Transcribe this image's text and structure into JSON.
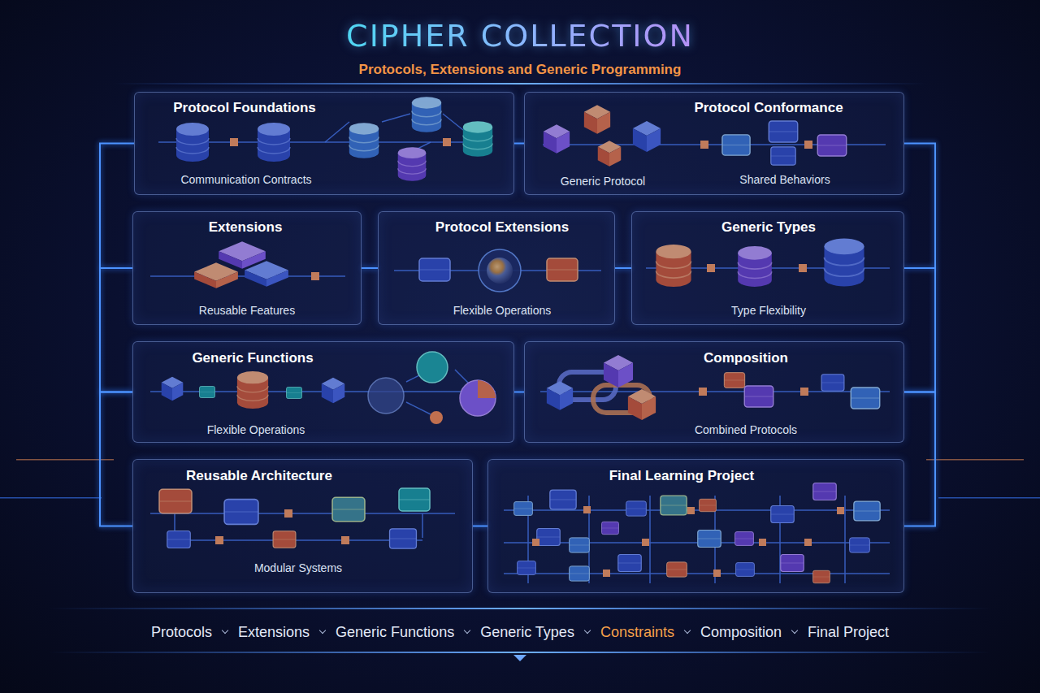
{
  "diagram": {
    "title": "CIPHER COLLECTION",
    "nodes": [
      {
        "text": [
          "Protocol Foundations",
          "Communication Contracts"
        ]
      },
      {
        "text": [
          "Protocol Conformance",
          "Generic Protocol",
          "Shared Behaviors"
        ]
      },
      {
        "text": [
          "Extensions",
          "Reusable Features"
        ]
      },
      {
        "text": [
          "Protocol Extensions",
          "Flexible Operations"
        ]
      },
      {
        "text": [
          "Generic Types",
          "Type Flexibility"
        ]
      },
      {
        "text": [
          "Generic Functions",
          "Flexible Operations"
        ]
      },
      {
        "text": [
          "Composition",
          "Combined Protocols"
        ]
      },
      {
        "text": [
          "Reusable Architecture",
          "Modular Systems"
        ]
      },
      {
        "text": [
          "Final Learning Project"
        ]
      }
    ],
    "edges": [
      {
        "from": 0,
        "to": 1,
        "arrow": "none"
      },
      {
        "from": 0,
        "to": 2,
        "arrow": "none"
      },
      {
        "from": 1,
        "to": 4,
        "arrow": "none"
      },
      {
        "from": 2,
        "to": 3,
        "arrow": "none"
      },
      {
        "from": 3,
        "to": 4,
        "arrow": "none"
      },
      {
        "from": 2,
        "to": 5,
        "arrow": "none"
      },
      {
        "from": 4,
        "to": 6,
        "arrow": "none"
      },
      {
        "from": 5,
        "to": 6,
        "arrow": "none"
      },
      {
        "from": 5,
        "to": 7,
        "arrow": "none"
      },
      {
        "from": 6,
        "to": 8,
        "arrow": "none"
      },
      {
        "from": 7,
        "to": 8,
        "arrow": "none"
      }
    ],
    "labels": [
      "Protocols, Extensions and Generic Programming",
      "Protocols",
      "Extensions",
      "Generic Functions",
      "Generic Types",
      "Constraints",
      "Composition",
      "Final Project"
    ]
  }
}
